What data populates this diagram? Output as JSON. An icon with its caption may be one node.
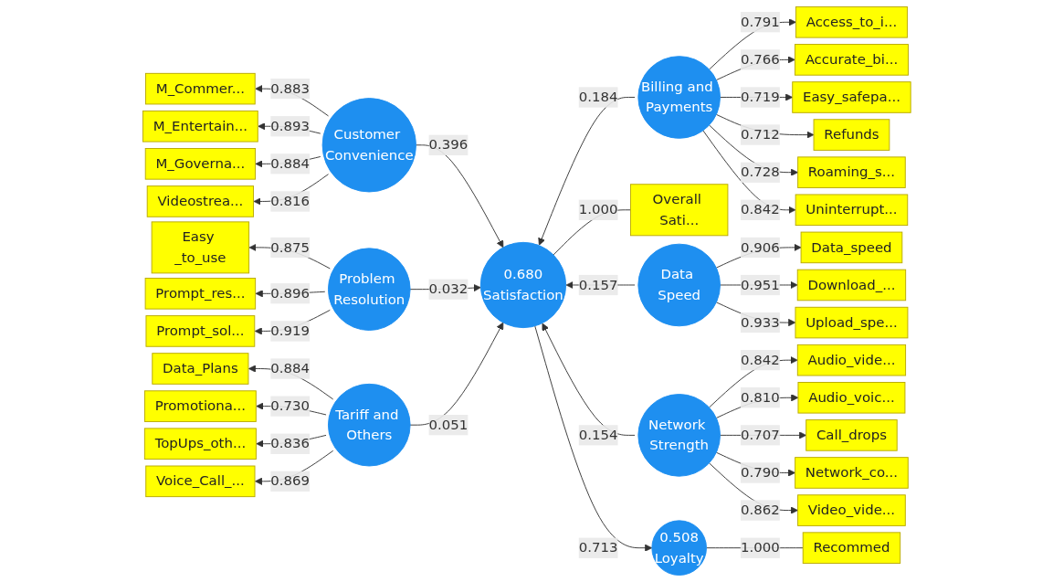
{
  "diagram": {
    "nodes": [
      {
        "text": [
          "Customer Convenience"
        ]
      },
      {
        "text": [
          "M_Commer..."
        ]
      },
      {
        "text": [
          "M_Entertain..."
        ]
      },
      {
        "text": [
          "M_Governa..."
        ]
      },
      {
        "text": [
          "Videostrea..."
        ]
      },
      {
        "text": [
          "Problem Resolution"
        ]
      },
      {
        "text": [
          "Easy _to_use"
        ]
      },
      {
        "text": [
          "Prompt_res..."
        ]
      },
      {
        "text": [
          "Prompt_sol..."
        ]
      },
      {
        "text": [
          "Tariff and Others"
        ]
      },
      {
        "text": [
          "Data_Plans"
        ]
      },
      {
        "text": [
          "Promotiona..."
        ]
      },
      {
        "text": [
          "TopUps_oth..."
        ]
      },
      {
        "text": [
          "Voice_Call_..."
        ]
      },
      {
        "text": [
          "0.508",
          "Loyalty"
        ]
      },
      {
        "text": [
          "Recommed"
        ]
      },
      {
        "text": [
          "0.680",
          "Satisfaction"
        ]
      },
      {
        "text": [
          "Overall Sati..."
        ]
      },
      {
        "text": [
          "Billing and Payments"
        ]
      },
      {
        "text": [
          "Access_to_i..."
        ]
      },
      {
        "text": [
          "Accurate_bi..."
        ]
      },
      {
        "text": [
          "Easy_safepa..."
        ]
      },
      {
        "text": [
          "Refunds"
        ]
      },
      {
        "text": [
          "Roaming_s..."
        ]
      },
      {
        "text": [
          "Uninterrupt..."
        ]
      },
      {
        "text": [
          "Data Speed"
        ]
      },
      {
        "text": [
          "Data_speed"
        ]
      },
      {
        "text": [
          "Download_..."
        ]
      },
      {
        "text": [
          "Upload_spe..."
        ]
      },
      {
        "text": [
          "Network Strength"
        ]
      },
      {
        "text": [
          "Audio_vide..."
        ]
      },
      {
        "text": [
          "Audio_voic..."
        ]
      },
      {
        "text": [
          "Call_drops"
        ]
      },
      {
        "text": [
          "Network_co..."
        ]
      },
      {
        "text": [
          "Video_vide..."
        ]
      }
    ],
    "edges": [
      {
        "from": 0,
        "to": 1,
        "arrow": "to",
        "label": "0.883"
      },
      {
        "from": 0,
        "to": 2,
        "arrow": "to",
        "label": "0.893"
      },
      {
        "from": 0,
        "to": 3,
        "arrow": "to",
        "label": "0.884"
      },
      {
        "from": 0,
        "to": 4,
        "arrow": "to",
        "label": "0.816"
      },
      {
        "from": 5,
        "to": 6,
        "arrow": "to",
        "label": "0.875"
      },
      {
        "from": 5,
        "to": 7,
        "arrow": "to",
        "label": "0.896"
      },
      {
        "from": 5,
        "to": 8,
        "arrow": "to",
        "label": "0.919"
      },
      {
        "from": 9,
        "to": 10,
        "arrow": "to",
        "label": "0.884"
      },
      {
        "from": 9,
        "to": 11,
        "arrow": "to",
        "label": "0.730"
      },
      {
        "from": 9,
        "to": 12,
        "arrow": "to",
        "label": "0.836"
      },
      {
        "from": 9,
        "to": 13,
        "arrow": "to",
        "label": "0.869"
      },
      {
        "from": 14,
        "to": 15,
        "arrow": "none",
        "label": "1.000"
      },
      {
        "from": 16,
        "to": 17,
        "arrow": "none",
        "label": "1.000"
      },
      {
        "from": 18,
        "to": 19,
        "arrow": "to",
        "label": "0.791"
      },
      {
        "from": 18,
        "to": 20,
        "arrow": "to",
        "label": "0.766"
      },
      {
        "from": 18,
        "to": 21,
        "arrow": "to",
        "label": "0.719"
      },
      {
        "from": 18,
        "to": 22,
        "arrow": "to",
        "label": "0.712"
      },
      {
        "from": 18,
        "to": 23,
        "arrow": "to",
        "label": "0.728"
      },
      {
        "from": 18,
        "to": 24,
        "arrow": "to",
        "label": "0.842"
      },
      {
        "from": 25,
        "to": 26,
        "arrow": "to",
        "label": "0.906"
      },
      {
        "from": 25,
        "to": 27,
        "arrow": "to",
        "label": "0.951"
      },
      {
        "from": 25,
        "to": 28,
        "arrow": "to",
        "label": "0.933"
      },
      {
        "from": 29,
        "to": 30,
        "arrow": "to",
        "label": "0.842"
      },
      {
        "from": 29,
        "to": 31,
        "arrow": "to",
        "label": "0.810"
      },
      {
        "from": 29,
        "to": 32,
        "arrow": "to",
        "label": "0.707"
      },
      {
        "from": 29,
        "to": 33,
        "arrow": "to",
        "label": "0.790"
      },
      {
        "from": 29,
        "to": 34,
        "arrow": "to",
        "label": "0.862"
      },
      {
        "from": 0,
        "to": 16,
        "arrow": "to",
        "label": "0.396"
      },
      {
        "from": 5,
        "to": 16,
        "arrow": "to",
        "label": "0.032"
      },
      {
        "from": 9,
        "to": 16,
        "arrow": "to",
        "label": "0.051"
      },
      {
        "from": 18,
        "to": 16,
        "arrow": "to",
        "label": "0.184"
      },
      {
        "from": 25,
        "to": 16,
        "arrow": "to",
        "label": "0.157"
      },
      {
        "from": 29,
        "to": 16,
        "arrow": "to",
        "label": "0.154"
      },
      {
        "from": 16,
        "to": 14,
        "arrow": "to",
        "label": "0.713"
      }
    ]
  }
}
